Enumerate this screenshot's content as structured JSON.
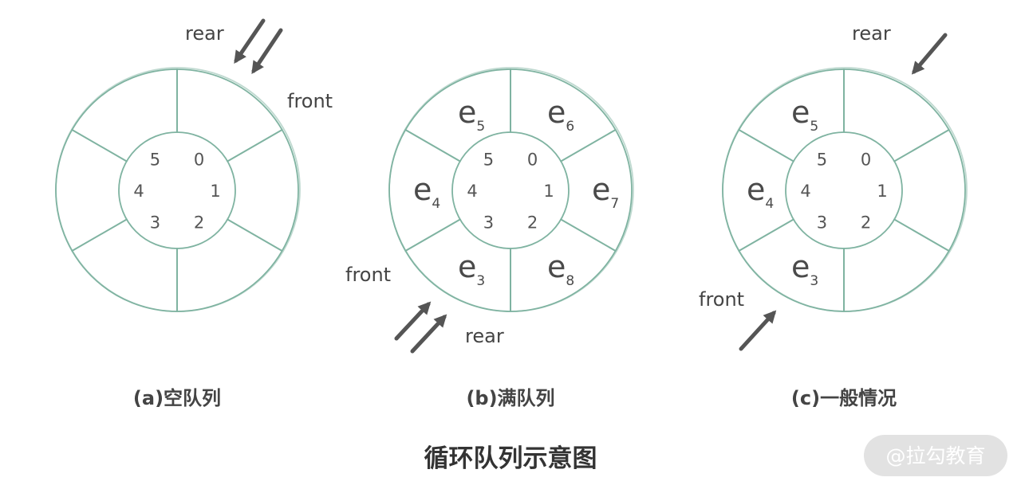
{
  "title": "循环队列示意图",
  "watermark": "@拉勾教育",
  "slot_indices": [
    "0",
    "1",
    "2",
    "3",
    "4",
    "5"
  ],
  "diagrams": [
    {
      "caption": "(a)空队列",
      "elements": [],
      "pointers": [
        {
          "text": "rear",
          "role": "rear"
        },
        {
          "text": "front",
          "role": "front"
        }
      ]
    },
    {
      "caption": "(b)满队列",
      "elements": [
        {
          "main": "e",
          "sub": "5",
          "sector": 5
        },
        {
          "main": "e",
          "sub": "6",
          "sector": 0
        },
        {
          "main": "e",
          "sub": "7",
          "sector": 1
        },
        {
          "main": "e",
          "sub": "8",
          "sector": 2
        },
        {
          "main": "e",
          "sub": "3",
          "sector": 3
        },
        {
          "main": "e",
          "sub": "4",
          "sector": 4
        }
      ],
      "pointers": [
        {
          "text": "front",
          "role": "front"
        },
        {
          "text": "rear",
          "role": "rear"
        }
      ]
    },
    {
      "caption": "(c)一般情况",
      "elements": [
        {
          "main": "e",
          "sub": "5",
          "sector": 5
        },
        {
          "main": "e",
          "sub": "4",
          "sector": 4
        },
        {
          "main": "e",
          "sub": "3",
          "sector": 3
        }
      ],
      "pointers": [
        {
          "text": "rear",
          "role": "rear"
        },
        {
          "text": "front",
          "role": "front"
        }
      ]
    }
  ]
}
